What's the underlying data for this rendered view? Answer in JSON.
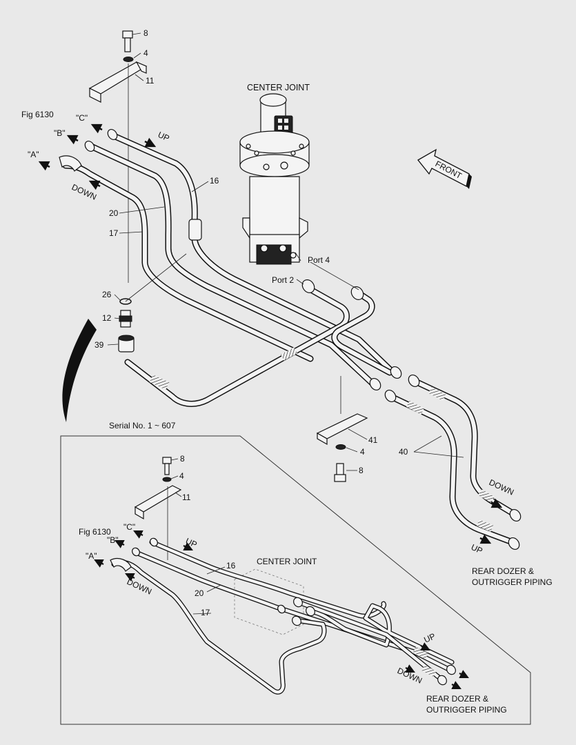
{
  "main": {
    "center_joint": "CENTER JOINT",
    "fig_ref": "Fig 6130",
    "port_c": "\"C\"",
    "port_b": "\"B\"",
    "port_a": "\"A\"",
    "up": "UP",
    "down": "DOWN",
    "front": "FRONT",
    "port4": "Port 4",
    "port2": "Port 2",
    "rear_line1": "REAR DOZER &",
    "rear_line2": "OUTRIGGER PIPING",
    "callouts": {
      "c8": "8",
      "c4": "4",
      "c11": "11",
      "c16": "16",
      "c20": "20",
      "c17": "17",
      "c26": "26",
      "c12": "12",
      "c39": "39",
      "c41": "41",
      "c4b": "4",
      "c8b": "8",
      "c40": "40"
    }
  },
  "inset": {
    "serial": "Serial No. 1 ~ 607",
    "center_joint": "CENTER JOINT",
    "fig_ref": "Fig 6130",
    "port_c": "\"C\"",
    "port_b": "\"B\"",
    "port_a": "\"A\"",
    "up": "UP",
    "down": "DOWN",
    "up2": "UP",
    "down2": "DOWN",
    "rear_line1": "REAR DOZER &",
    "rear_line2": "OUTRIGGER PIPING",
    "callouts": {
      "c8": "8",
      "c4": "4",
      "c11": "11",
      "c16": "16",
      "c20": "20",
      "c17": "17"
    }
  },
  "colors": {
    "background": "#e9e9e9",
    "ink": "#111111",
    "pipe_fill": "#f4f4f4"
  },
  "icons": [
    "front-arrow-icon",
    "flow-arrow-icon"
  ]
}
